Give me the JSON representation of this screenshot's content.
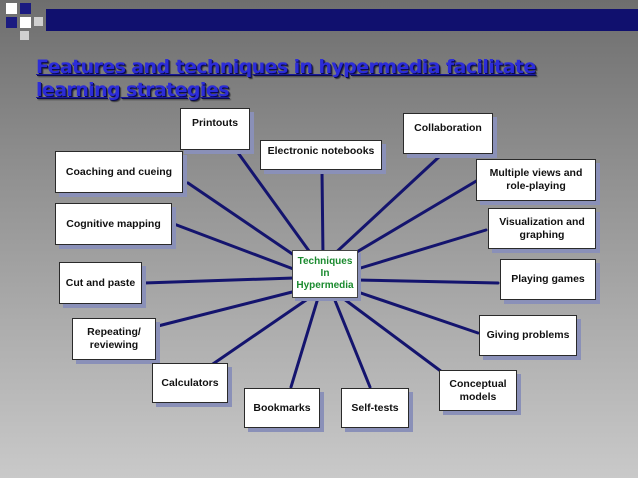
{
  "title": "Features and techniques in hypermedia facilitate learning strategies",
  "center": {
    "text": "Techniques\nIn\nHypermedia"
  },
  "nodes": {
    "printouts": "Printouts",
    "electronic_notebooks": "Electronic notebooks",
    "collaboration": "Collaboration",
    "coaching_cueing": "Coaching and cueing",
    "multiple_views": "Multiple views and role-playing",
    "cognitive_mapping": "Cognitive mapping",
    "visualization": "Visualization and graphing",
    "cut_paste": "Cut and paste",
    "playing_games": "Playing games",
    "repeating": "Repeating/ reviewing",
    "giving_problems": "Giving problems",
    "calculators": "Calculators",
    "conceptual_models": "Conceptual models",
    "bookmarks": "Bookmarks",
    "self_tests": "Self-tests"
  },
  "colors": {
    "title": "#2c2cd8",
    "center_text": "#1a8a2e",
    "top_bar": "#10106e",
    "connector": "#14146e"
  }
}
